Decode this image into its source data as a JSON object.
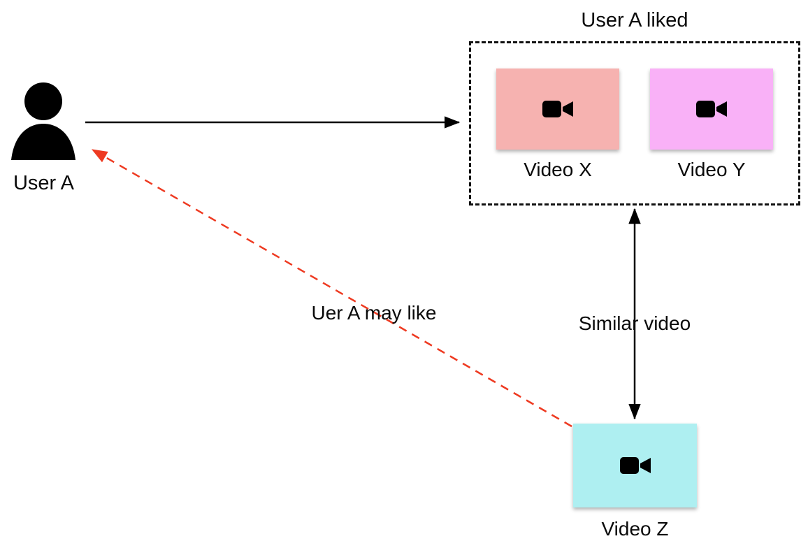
{
  "title": "User A liked",
  "user": {
    "label": "User A",
    "icon": "person-icon"
  },
  "liked_videos": [
    {
      "label": "Video X",
      "color": "#f6b2b0",
      "icon": "video-camera-icon"
    },
    {
      "label": "Video Y",
      "color": "#f9b1f7",
      "icon": "video-camera-icon"
    }
  ],
  "recommended_video": {
    "label": "Video Z",
    "color": "#aeeff1",
    "icon": "video-camera-icon"
  },
  "edges": [
    {
      "name": "user-liked-arrow",
      "label": "",
      "style": "solid",
      "color": "#000000"
    },
    {
      "name": "similar-video-arrow",
      "label": "Similar video",
      "style": "solid-double-arrow",
      "color": "#000000"
    },
    {
      "name": "user-may-like-arrow",
      "label": "Uer A may like",
      "style": "dashed",
      "color": "#ee3a21"
    }
  ]
}
